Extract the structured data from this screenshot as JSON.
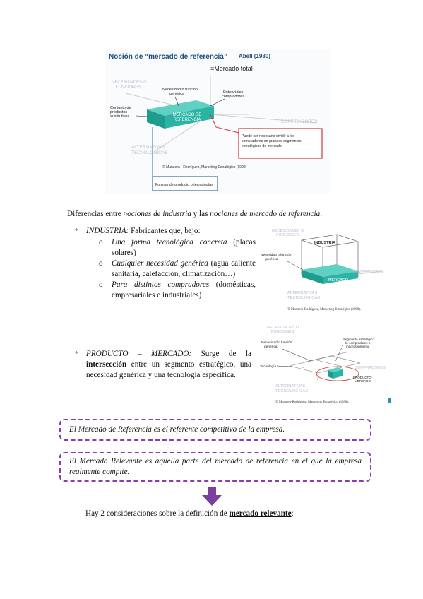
{
  "figure1": {
    "title": "Noción de “mercado de referencia”",
    "author": "Abell (1980)",
    "total": "=Mercado total",
    "axis_needs": [
      "NECESIDADES O",
      "FUNCIONES"
    ],
    "axis_alternatives": [
      "ALTERNATIVAS",
      "TECNOLÓGICAS"
    ],
    "axis_buyers": "COMPRADORES",
    "label_need": [
      "Necesidad o función",
      "genérica"
    ],
    "label_buyers": [
      "Potenciales",
      "compradores"
    ],
    "label_substitutes": [
      "Conjunto de",
      "productos",
      "sustitutivos"
    ],
    "box_label": [
      "MERCADO DE",
      "REFERENCIA"
    ],
    "note": [
      "Puede ser necesario dividir a los",
      "compradores en grandes segmentos",
      "estratégicos de mercado."
    ],
    "credit": "© Munuera - Rodríguez,  Marketing Estratégico (1998)",
    "forms": "Formas de producto o tecnologías"
  },
  "intro": {
    "pre": "Diferencias entre ",
    "i1": "nociones de industria",
    "mid": " y las ",
    "i2": "nociones de mercado de referencia",
    "post": "."
  },
  "industria": {
    "bullet": "*",
    "head": "INDUSTRIA:",
    "head_rest": " Fabricantes que, bajo:",
    "sub_bullet": "o",
    "items": [
      {
        "i": "Una forma tecnológica concreta",
        "r": " (placas solares)"
      },
      {
        "i": "Cualquier necesidad genérica",
        "r": " (agua caliente sanitaria, calefacción, climatización…)"
      },
      {
        "i": "Para distintos compradores",
        "r": " (domésticas, empresariales e industriales)"
      }
    ]
  },
  "figure2": {
    "needs": [
      "NECESIDADES O",
      "FUNCIONES"
    ],
    "label_need": [
      "Necesidad o función",
      "genérica"
    ],
    "industry": "INDUSTRIA",
    "market": "MERCADO",
    "buyers": "COMPRADORES",
    "alternatives": [
      "ALTERNATIVAS",
      "TECNOLÓGICAS"
    ],
    "credit": "© Munuera-Rodríguez, Marketing Estratégico (1998)."
  },
  "producto": {
    "bullet": "*",
    "head": "PRODUCTO – MERCADO:",
    "r1": " Surge de la ",
    "bold": "intersección",
    "r2": " entre un segmento estratégico, una necesidad genérica y una tecnología específica."
  },
  "figure3": {
    "needs": [
      "NECESIDADES O",
      "FUNCIONES"
    ],
    "label_need": [
      "Necesidad o función",
      "genérica"
    ],
    "label_segment": [
      "Segmento estratégico",
      "de compradores o",
      "macrosegmento"
    ],
    "label_tech": "Tecnología",
    "buyers": "COMPRADORES",
    "pm": [
      "PRODUCTO-",
      "MERCADO"
    ],
    "alternatives": [
      "ALTERNATIVAS",
      "TECNOLÓGICAS"
    ],
    "credit": "© Munuera-Rodríguez, Marketing Estratégico (1998)."
  },
  "box1": "El Mercado de Referencia es el referente competitivo de la empresa.",
  "box2": {
    "pre": "El Mercado Relevante es aquella parte del mercado de referencia en el que la empresa ",
    "u": "realmente",
    "post": " compite."
  },
  "consider": {
    "pre": "Hay 2 consideraciones sobre la definición de ",
    "b": "mercado relevante",
    "post": ":"
  },
  "colors": {
    "teal": "#2bb3a3",
    "purple": "#8e3bb0",
    "red": "#d83434",
    "blue": "#3f6f9e"
  }
}
